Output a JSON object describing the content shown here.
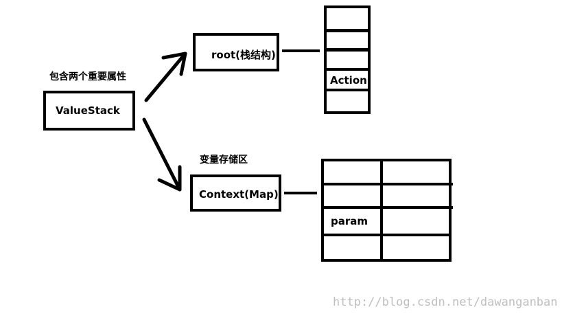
{
  "annotations": {
    "valuestack_note": "包含两个重要属性",
    "context_note": "变量存储区"
  },
  "nodes": {
    "valuestack": "ValueStack",
    "root": "root(栈结构)",
    "context": "Context(Map)"
  },
  "stack": {
    "cells": [
      "",
      "",
      "",
      "Action",
      ""
    ]
  },
  "map": {
    "rows": [
      [
        "",
        ""
      ],
      [
        "",
        ""
      ],
      [
        "param",
        ""
      ],
      [
        "",
        ""
      ]
    ]
  },
  "watermark": "http://blog.csdn.net/dawanganban",
  "colors": {
    "stroke": "#000000",
    "watermark": "#bfbfbf"
  }
}
